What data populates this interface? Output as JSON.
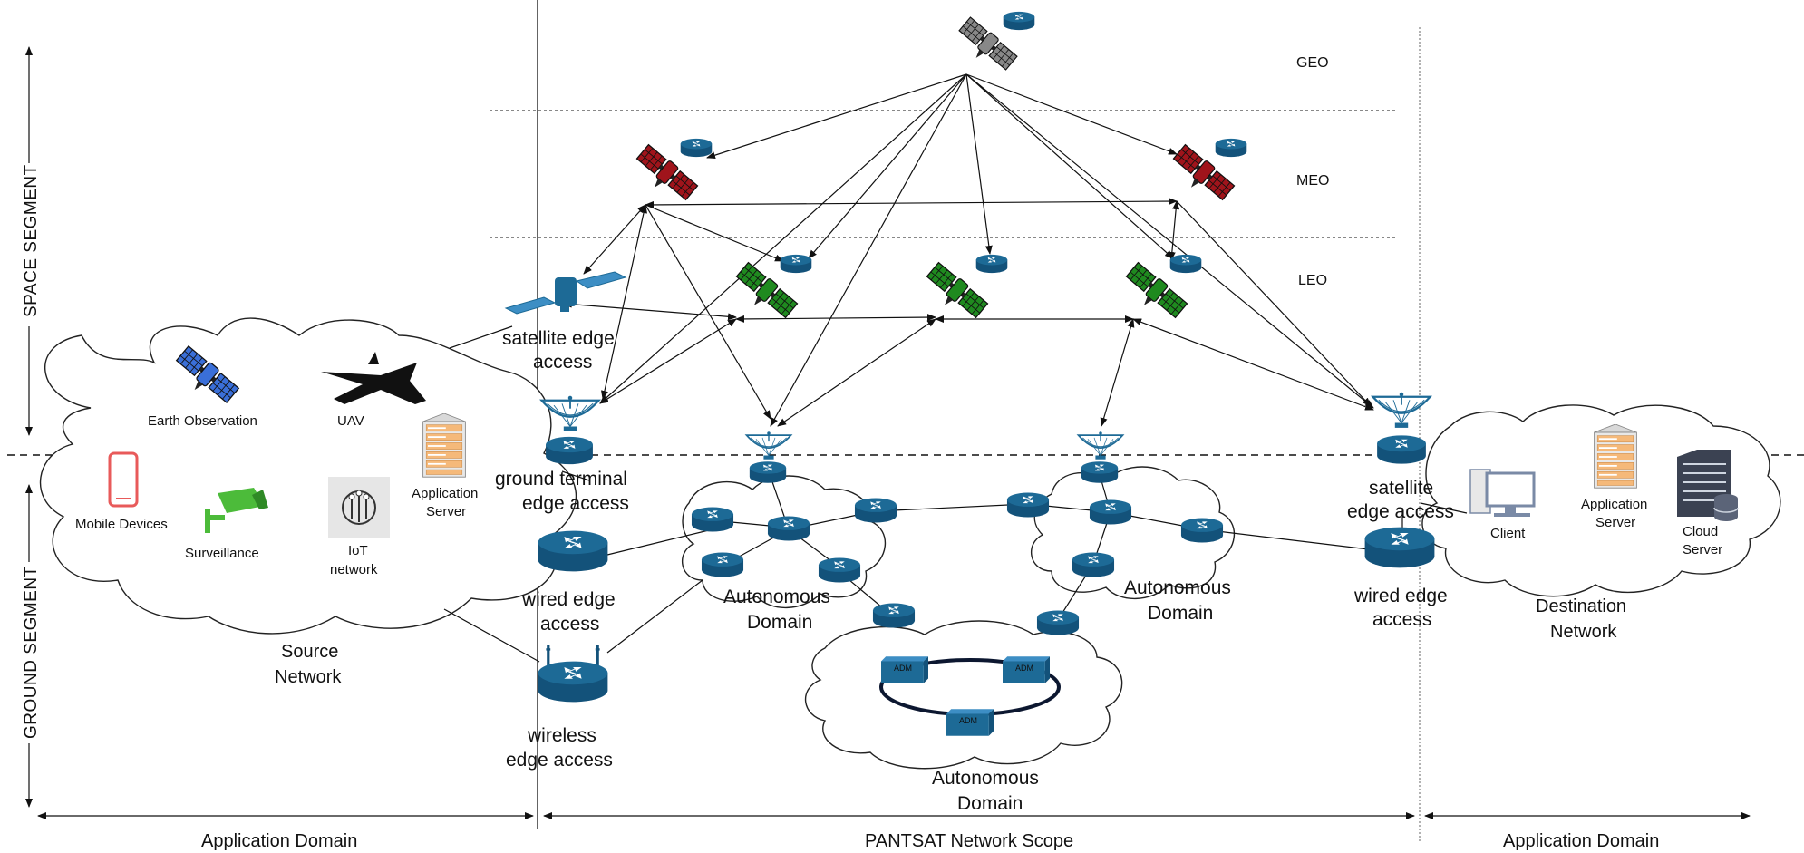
{
  "segments": {
    "space": "SPACE SEGMENT",
    "ground": "GROUND SEGMENT"
  },
  "orbits": {
    "geo": "GEO",
    "meo": "MEO",
    "leo": "LEO"
  },
  "source_network": {
    "title_line1": "Source",
    "title_line2": "Network",
    "earth_observation": "Earth Observation",
    "uav": "UAV",
    "mobile_devices": "Mobile Devices",
    "surveillance": "Surveillance",
    "iot_line1": "IoT",
    "iot_line2": "network",
    "app_server_line1": "Application",
    "app_server_line2": "Server"
  },
  "access": {
    "satellite_edge_line1": "satellite edge",
    "satellite_edge_line2": "access",
    "ground_terminal_line1": "ground terminal",
    "ground_terminal_line2": "edge access",
    "wired_edge_line1": "wired edge",
    "wired_edge_line2": "access",
    "wireless_edge_line1": "wireless",
    "wireless_edge_line2": "edge access",
    "dest_satellite_line1": "satellite",
    "dest_satellite_line2": "edge access",
    "dest_wired_line1": "wired edge",
    "dest_wired_line2": "access"
  },
  "domains": {
    "left_line1": "Autonomous",
    "left_line2": "Domain",
    "right_line1": "Autonomous",
    "right_line2": "Domain",
    "bottom_line1": "Autonomous",
    "bottom_line2": "Domain",
    "adm": "ADM"
  },
  "destination_network": {
    "title_line1": "Destination",
    "title_line2": "Network",
    "client": "Client",
    "app_server_line1": "Application",
    "app_server_line2": "Server",
    "cloud_server_line1": "Cloud",
    "cloud_server_line2": "Server"
  },
  "scope": {
    "left": "Application Domain",
    "center": "PANTSAT Network Scope",
    "right": "Application Domain"
  },
  "colors": {
    "router": "#1d6a96",
    "geo_sat": "#444444",
    "meo_sat": "#a0141b",
    "leo_sat": "#1f8a1f",
    "eo_sat": "#3a6fd8",
    "server_stripe": "#f5b97a",
    "surveillance": "#4cbb3a"
  }
}
